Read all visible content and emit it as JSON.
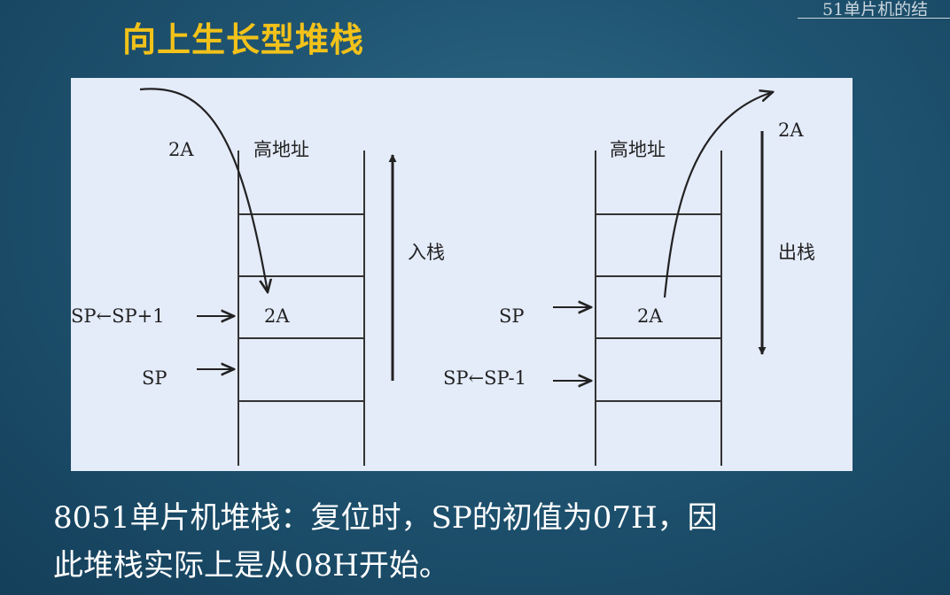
{
  "header": {
    "corner_caption": "51单片机的结",
    "title": "向上生长型堆栈"
  },
  "diagram": {
    "left": {
      "data_label": "2A",
      "high_address": "高地址",
      "operation": "入栈",
      "pointer_after": "SP←SP+1",
      "pointer_before": "SP",
      "cell_value": "2A"
    },
    "right": {
      "data_label": "2A",
      "high_address": "高地址",
      "operation": "出栈",
      "pointer_before": "SP",
      "pointer_after": "SP←SP-1",
      "cell_value": "2A"
    }
  },
  "caption": {
    "line1": "8051单片机堆栈：复位时，SP的初值为07H，因",
    "line2": "此堆栈实际上是从08H开始。"
  }
}
